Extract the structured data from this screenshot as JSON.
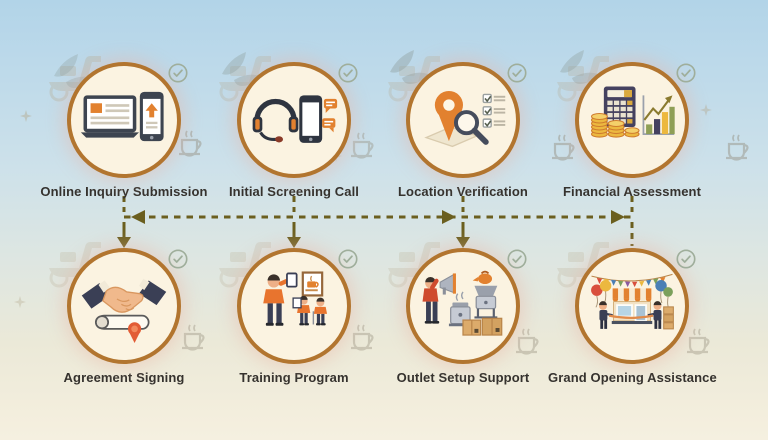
{
  "figure": {
    "type": "franchise-process-infographic",
    "rows": 2,
    "columns": 4
  },
  "steps": [
    {
      "label": "Online Inquiry Submission",
      "icon": "laptop-phone-upload-icon",
      "status_icon": "check-circle-icon"
    },
    {
      "label": "Initial Screening Call",
      "icon": "headset-phone-chat-icon",
      "status_icon": "check-circle-icon"
    },
    {
      "label": "Location Verification",
      "icon": "map-pin-magnifier-checklist-icon",
      "status_icon": "check-circle-icon"
    },
    {
      "label": "Financial Assessment",
      "icon": "calculator-coins-growth-chart-icon",
      "status_icon": "check-circle-icon"
    },
    {
      "label": "Agreement Signing",
      "icon": "handshake-contract-scroll-icon",
      "status_icon": "check-circle-icon"
    },
    {
      "label": "Training Program",
      "icon": "trainer-with-trainees-icon",
      "status_icon": "check-circle-icon"
    },
    {
      "label": "Outlet Setup Support",
      "icon": "megaphone-equipment-boxes-icon",
      "status_icon": "check-circle-icon"
    },
    {
      "label": "Grand Opening Assistance",
      "icon": "storefront-ribbon-cutting-icon",
      "status_icon": "check-circle-icon"
    }
  ],
  "connector": {
    "style": "dashed",
    "color": "#6b5f1f",
    "arrows": [
      "left-into-step-1",
      "down-to-step-5",
      "down-to-step-6",
      "right-into-step-3",
      "down-to-step-7",
      "right-into-step-4"
    ]
  },
  "background_watermarks": [
    "scooter",
    "coffee-cup",
    "leaf-sprig",
    "sparkle"
  ],
  "colors": {
    "circle_border": "#b2752f",
    "circle_fill": "#fbf3e1",
    "label_text": "#35322e",
    "connector": "#6b5f1f",
    "check_icon": "#9fae9b",
    "accent_orange": "#e2812f",
    "background_top": "#b2d4e8",
    "background_bottom": "#f5f0e0"
  }
}
